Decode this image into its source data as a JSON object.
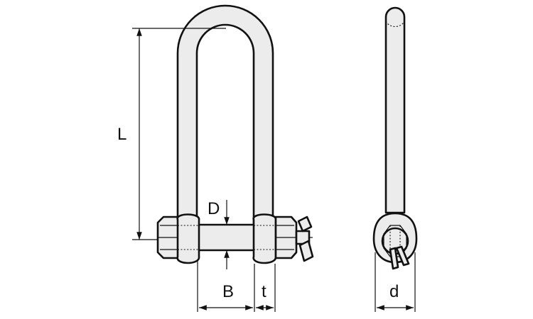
{
  "labels": {
    "L": "L",
    "D": "D",
    "B": "B",
    "t": "t",
    "d": "d"
  },
  "colors": {
    "line": "#111111",
    "fill": "#ececec",
    "background": "#ffffff"
  }
}
